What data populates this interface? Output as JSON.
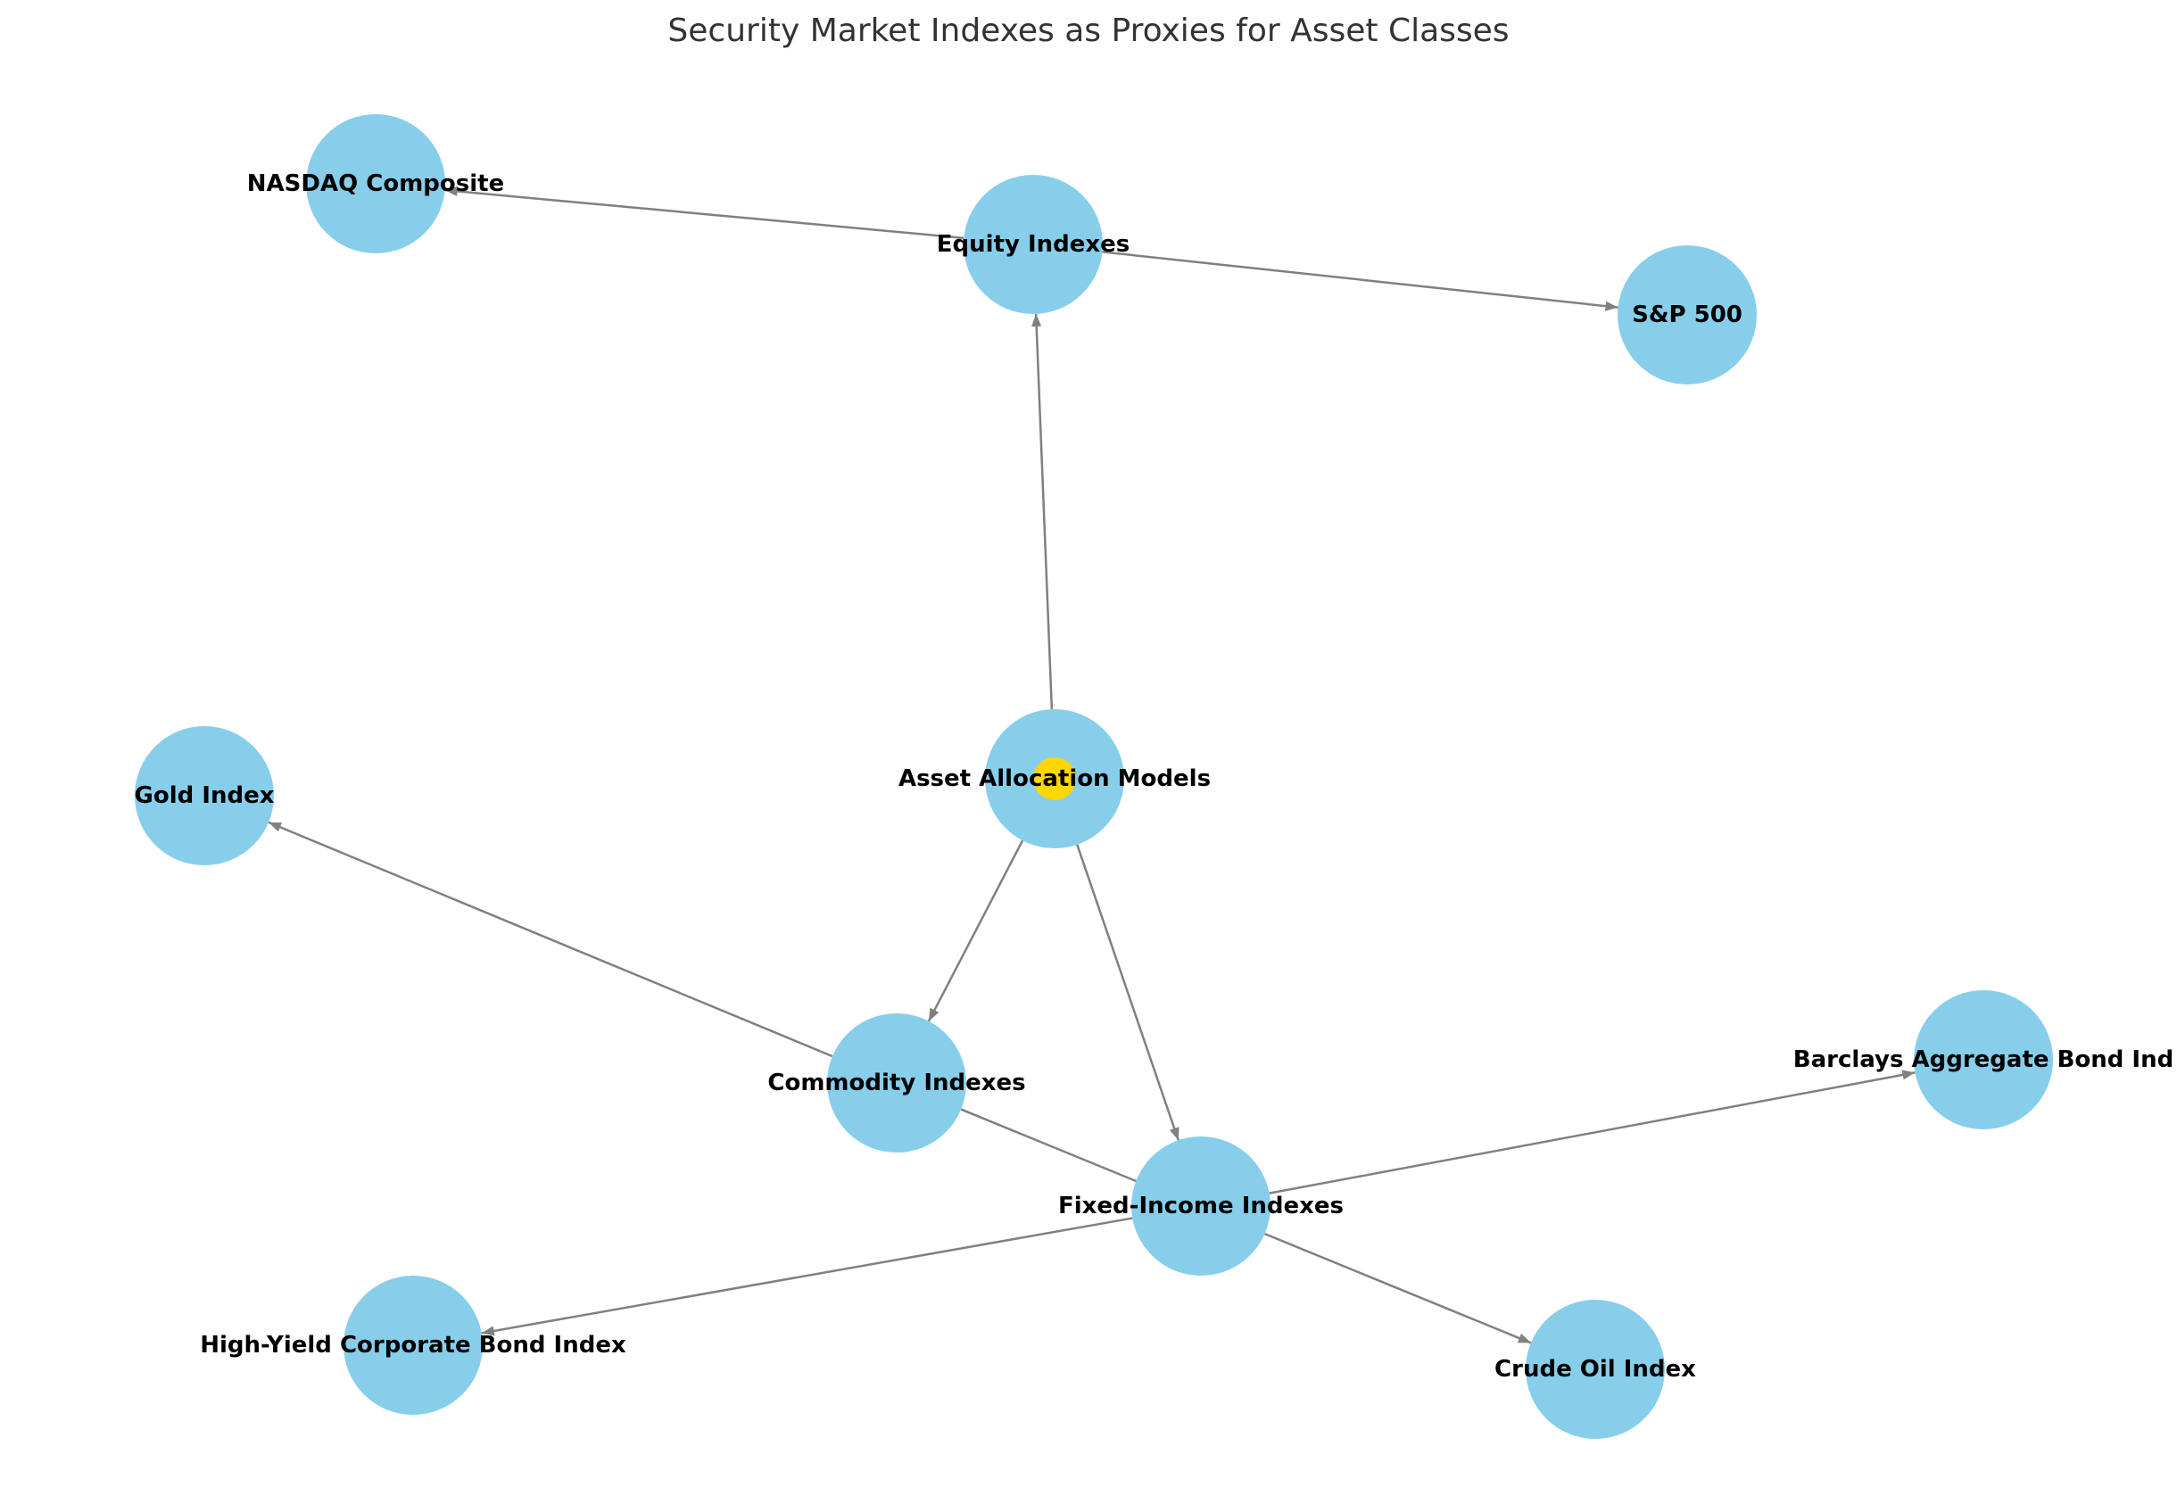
{
  "title": "Security Market Indexes as Proxies for Asset Classes",
  "colors": {
    "node": "#87ceeb",
    "center_marker": "#ffd700",
    "edge": "#808080",
    "label": "#000000"
  },
  "nodes": [
    {
      "id": "asset-allocation-models",
      "label": "Asset Allocation Models"
    },
    {
      "id": "equity-indexes",
      "label": "Equity Indexes"
    },
    {
      "id": "nasdaq-composite",
      "label": "NASDAQ Composite"
    },
    {
      "id": "sp-500",
      "label": "S&P 500"
    },
    {
      "id": "gold-index",
      "label": "Gold Index"
    },
    {
      "id": "commodity-indexes",
      "label": "Commodity Indexes"
    },
    {
      "id": "fixed-income-indexes",
      "label": "Fixed-Income Indexes"
    },
    {
      "id": "barclays-aggregate-bond-index",
      "label": "Barclays Aggregate Bond Ind"
    },
    {
      "id": "high-yield-corporate-bond-index",
      "label": "High-Yield Corporate Bond Index"
    },
    {
      "id": "crude-oil-index",
      "label": "Crude Oil Index"
    }
  ],
  "edges": [
    {
      "from": "asset-allocation-models",
      "to": "equity-indexes"
    },
    {
      "from": "asset-allocation-models",
      "to": "commodity-indexes"
    },
    {
      "from": "asset-allocation-models",
      "to": "fixed-income-indexes"
    },
    {
      "from": "equity-indexes",
      "to": "nasdaq-composite"
    },
    {
      "from": "equity-indexes",
      "to": "sp-500"
    },
    {
      "from": "commodity-indexes",
      "to": "gold-index"
    },
    {
      "from": "commodity-indexes",
      "to": "crude-oil-index"
    },
    {
      "from": "fixed-income-indexes",
      "to": "barclays-aggregate-bond-index"
    },
    {
      "from": "fixed-income-indexes",
      "to": "high-yield-corporate-bond-index"
    }
  ],
  "highlighted_node": "asset-allocation-models"
}
